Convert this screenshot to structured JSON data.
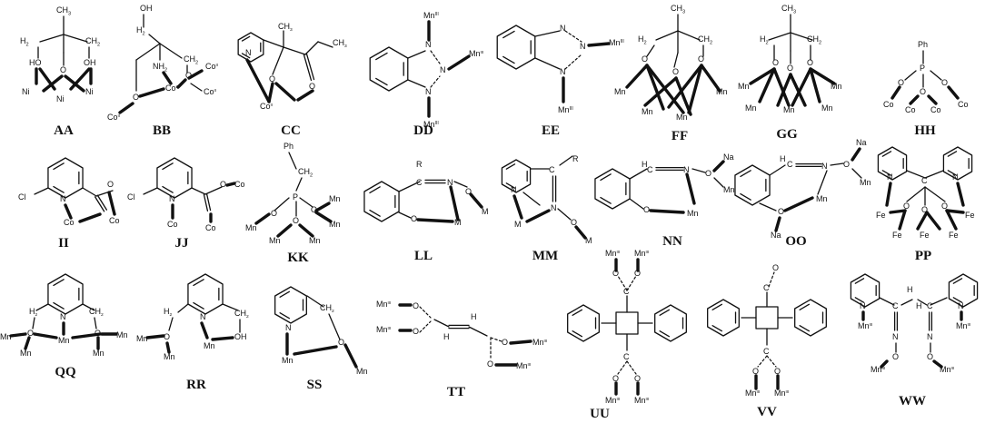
{
  "labels": {
    "AA": "AA",
    "BB": "BB",
    "CC": "CC",
    "DD": "DD",
    "EE": "EE",
    "FF": "FF",
    "GG": "GG",
    "HH": "HH",
    "II": "II",
    "JJ": "JJ",
    "KK": "KK",
    "LL": "LL",
    "MM": "MM",
    "NN": "NN",
    "OO": "OO",
    "PP": "PP",
    "QQ": "QQ",
    "RR": "RR",
    "SS": "SS",
    "TT": "TT",
    "UU": "UU",
    "VV": "VV",
    "WW": "WW"
  },
  "atoms": {
    "CH3": "CH",
    "CH3_sub": "3",
    "H2C": "H",
    "H2C_sub": "2",
    "CH2": "CH",
    "CH2_sub": "2",
    "OH": "OH",
    "HO": "HO",
    "O": "O",
    "N": "N",
    "NH2": "NH",
    "NH2_sub": "2",
    "Ni": "Ni",
    "Co": "Co",
    "CoII": "Co",
    "CoIII": "Co",
    "ox_II": "II",
    "ox_III": "III",
    "Mn": "Mn",
    "MnIII": "Mn",
    "Fe": "Fe",
    "Na": "Na",
    "M": "M",
    "R": "R",
    "Ph": "Ph",
    "P": "P",
    "Cl": "Cl",
    "C": "C",
    "H": "H"
  }
}
